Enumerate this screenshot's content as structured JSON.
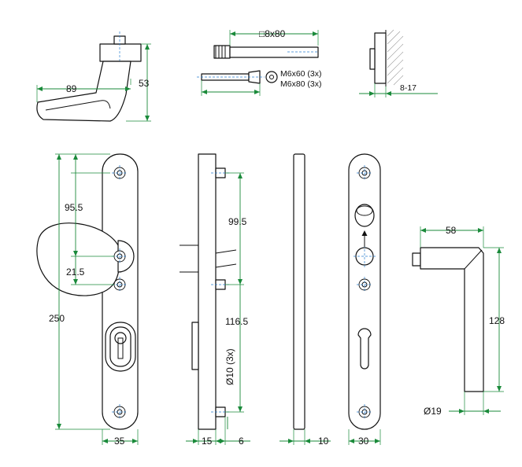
{
  "dimensions": {
    "lever_side_length": "89",
    "lever_side_height": "53",
    "square_spindle": "□8x80",
    "screw_1": "M6x60 (3x)",
    "screw_2": "M6x80 (3x)",
    "door_thickness": "8-17",
    "front_upper": "95.5",
    "front_knob_offset": "21.5",
    "front_total": "250",
    "front_width": "35",
    "side_upper": "99.5",
    "side_lower": "116.5",
    "side_bolt_diameter": "Ø10 (3x)",
    "side_plate": "15",
    "side_boss": "6",
    "thin_plate": "10",
    "back_plate_width": "30",
    "handle_reach": "58",
    "handle_height": "128",
    "handle_diameter": "Ø19"
  },
  "colors": {
    "dimension_lines": "#1a8a3a",
    "center_marks": "#2a7fd0",
    "outline": "#111111"
  },
  "icons": [
    "mounting-hole-icon",
    "up-arrow-icon",
    "washer-icon"
  ]
}
